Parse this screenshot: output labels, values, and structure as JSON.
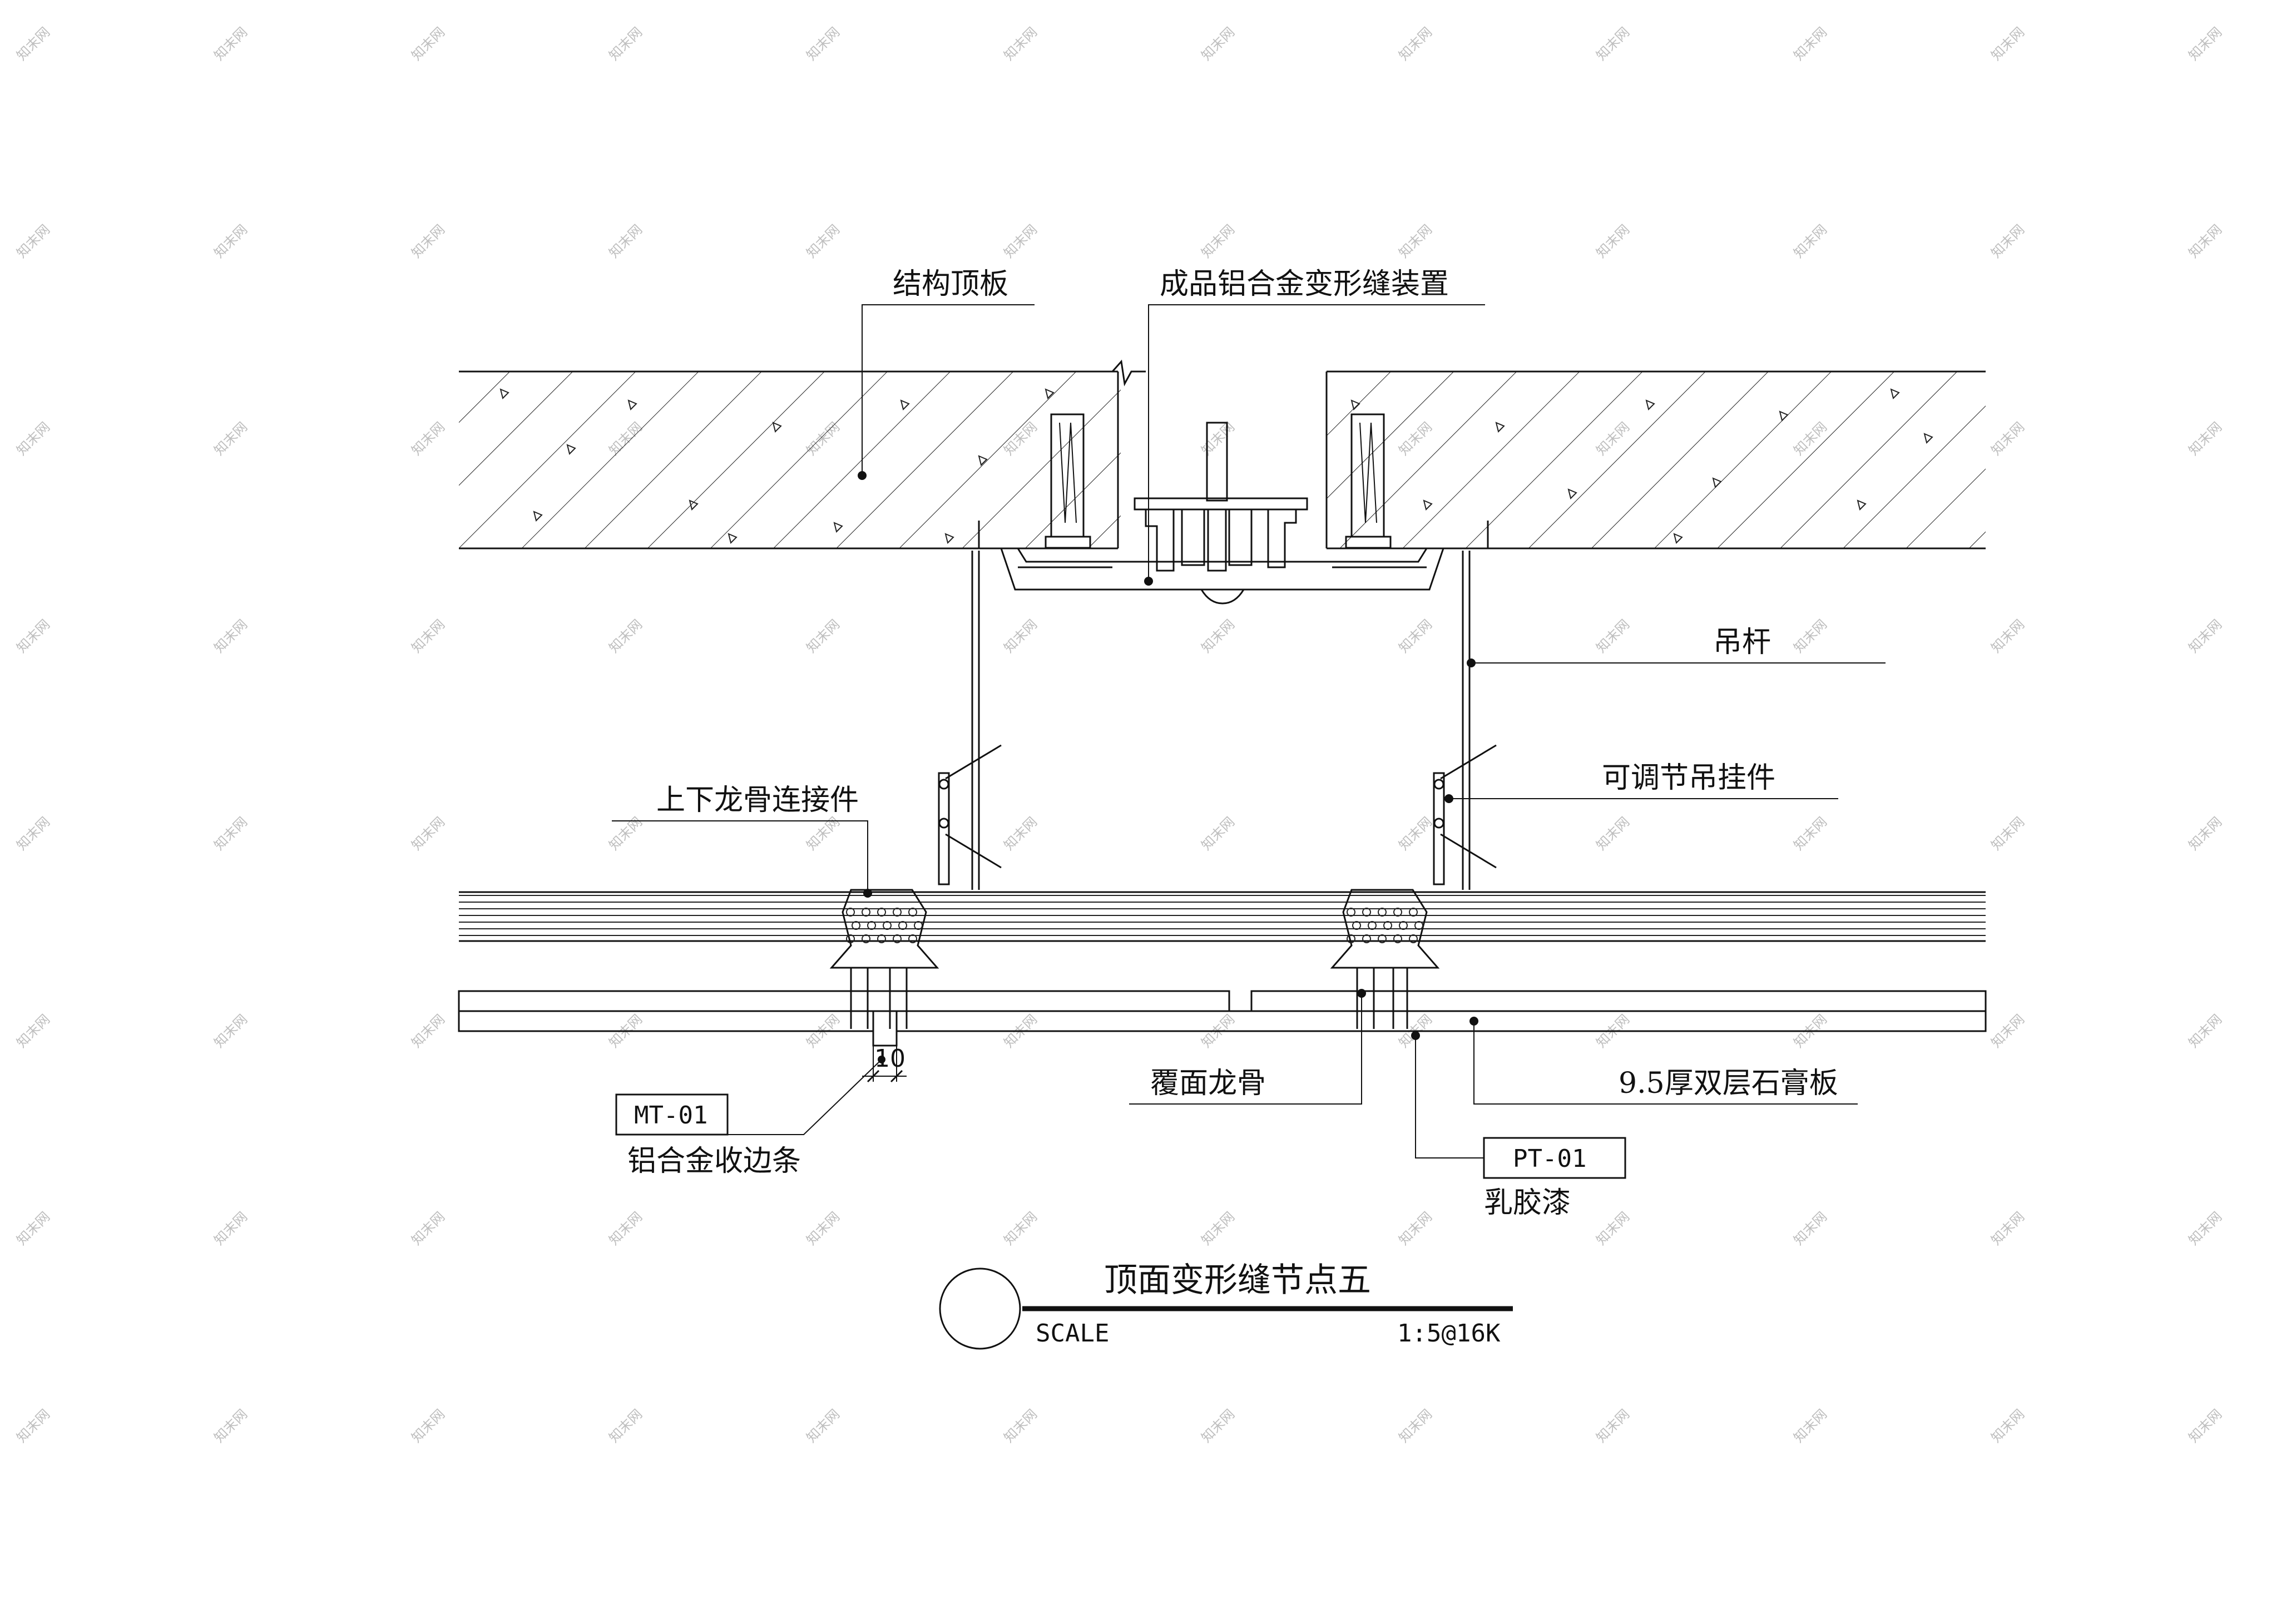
{
  "labels": {
    "structural_slab": "结构顶板",
    "expansion_joint_device": "成品铝合金变形缝装置",
    "hanger_rod": "吊杆",
    "adjustable_hanger": "可调节吊挂件",
    "main_cross_connector": "上下龙骨连接件",
    "cover_keel": "覆面龙骨",
    "gypsum_board": "9.5厚双层石膏板",
    "aluminum_edge_strip": "铝合金收边条",
    "latex_paint": "乳胶漆"
  },
  "tags": {
    "edge_strip_code": "MT-01",
    "paint_code": "PT-01"
  },
  "dimension": {
    "gap": "10"
  },
  "title_block": {
    "title": "顶面变形缝节点五",
    "scale_label": "SCALE",
    "scale_value": "1:5@16K"
  },
  "watermark": "知末网"
}
